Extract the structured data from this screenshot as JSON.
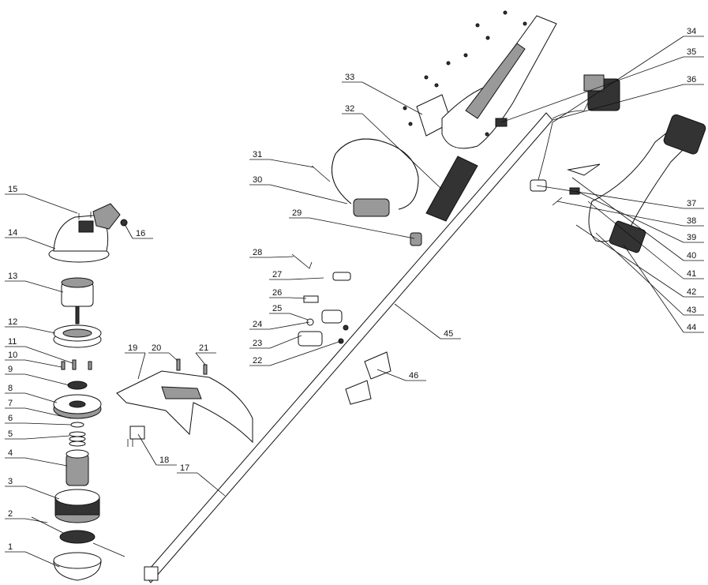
{
  "title": "Exploded parts diagram - cordless string trimmer",
  "part_numbers": [
    "1",
    "2",
    "3",
    "4",
    "5",
    "6",
    "7",
    "8",
    "9",
    "10",
    "11",
    "12",
    "13",
    "14",
    "15",
    "16",
    "17",
    "18",
    "19",
    "20",
    "21",
    "22",
    "23",
    "24",
    "25",
    "26",
    "27",
    "28",
    "29",
    "30",
    "31",
    "32",
    "33",
    "34",
    "35",
    "36",
    "37",
    "38",
    "39",
    "40",
    "41",
    "42",
    "43",
    "44",
    "45",
    "46"
  ]
}
